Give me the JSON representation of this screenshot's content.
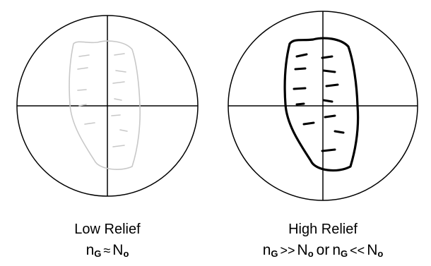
{
  "panels": [
    {
      "title": "Low Relief",
      "formula": {
        "left_base": "n",
        "left_sub": "G",
        "operator": "≈",
        "right_base": "N",
        "right_sub": "o"
      },
      "grain_color": "#c8c8c8"
    },
    {
      "title": "High Relief",
      "formula": {
        "left_base": "n",
        "left_sub": "G",
        "operator": ">>",
        "right_base": "N",
        "right_sub": "o",
        "connector": "or",
        "left_base_2": "n",
        "left_sub_2": "G",
        "operator_2": "<<",
        "right_base_2": "N",
        "right_sub_2": "o"
      },
      "grain_color": "#000000"
    }
  ],
  "colors": {
    "line": "#000000",
    "background": "#ffffff"
  }
}
